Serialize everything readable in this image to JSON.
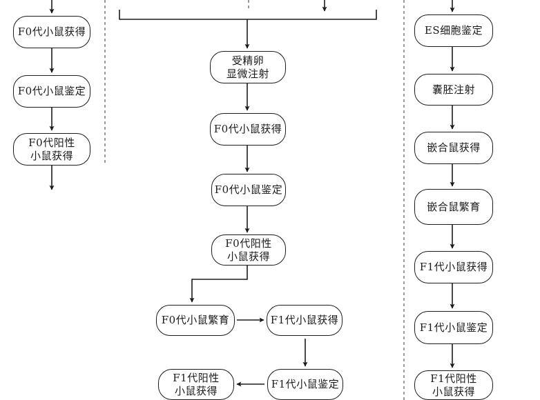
{
  "left_column": {
    "nodes": [
      "F0代小鼠获得",
      "F0代小鼠鉴定",
      "F0代阳性\n小鼠获得"
    ]
  },
  "middle_column": {
    "nodes": [
      "受精卵\n显微注射",
      "F0代小鼠获得",
      "F0代小鼠鉴定",
      "F0代阳性\n小鼠获得",
      "F0代小鼠繁育",
      "F1代小鼠获得",
      "F1代小鼠鉴定",
      "F1代阳性\n小鼠获得"
    ]
  },
  "right_column": {
    "nodes": [
      "ES细胞鉴定",
      "囊胚注射",
      "嵌合鼠获得",
      "嵌合鼠繁育",
      "F1代小鼠获得",
      "F1代小鼠鉴定",
      "F1代阳性\n小鼠获得"
    ]
  }
}
